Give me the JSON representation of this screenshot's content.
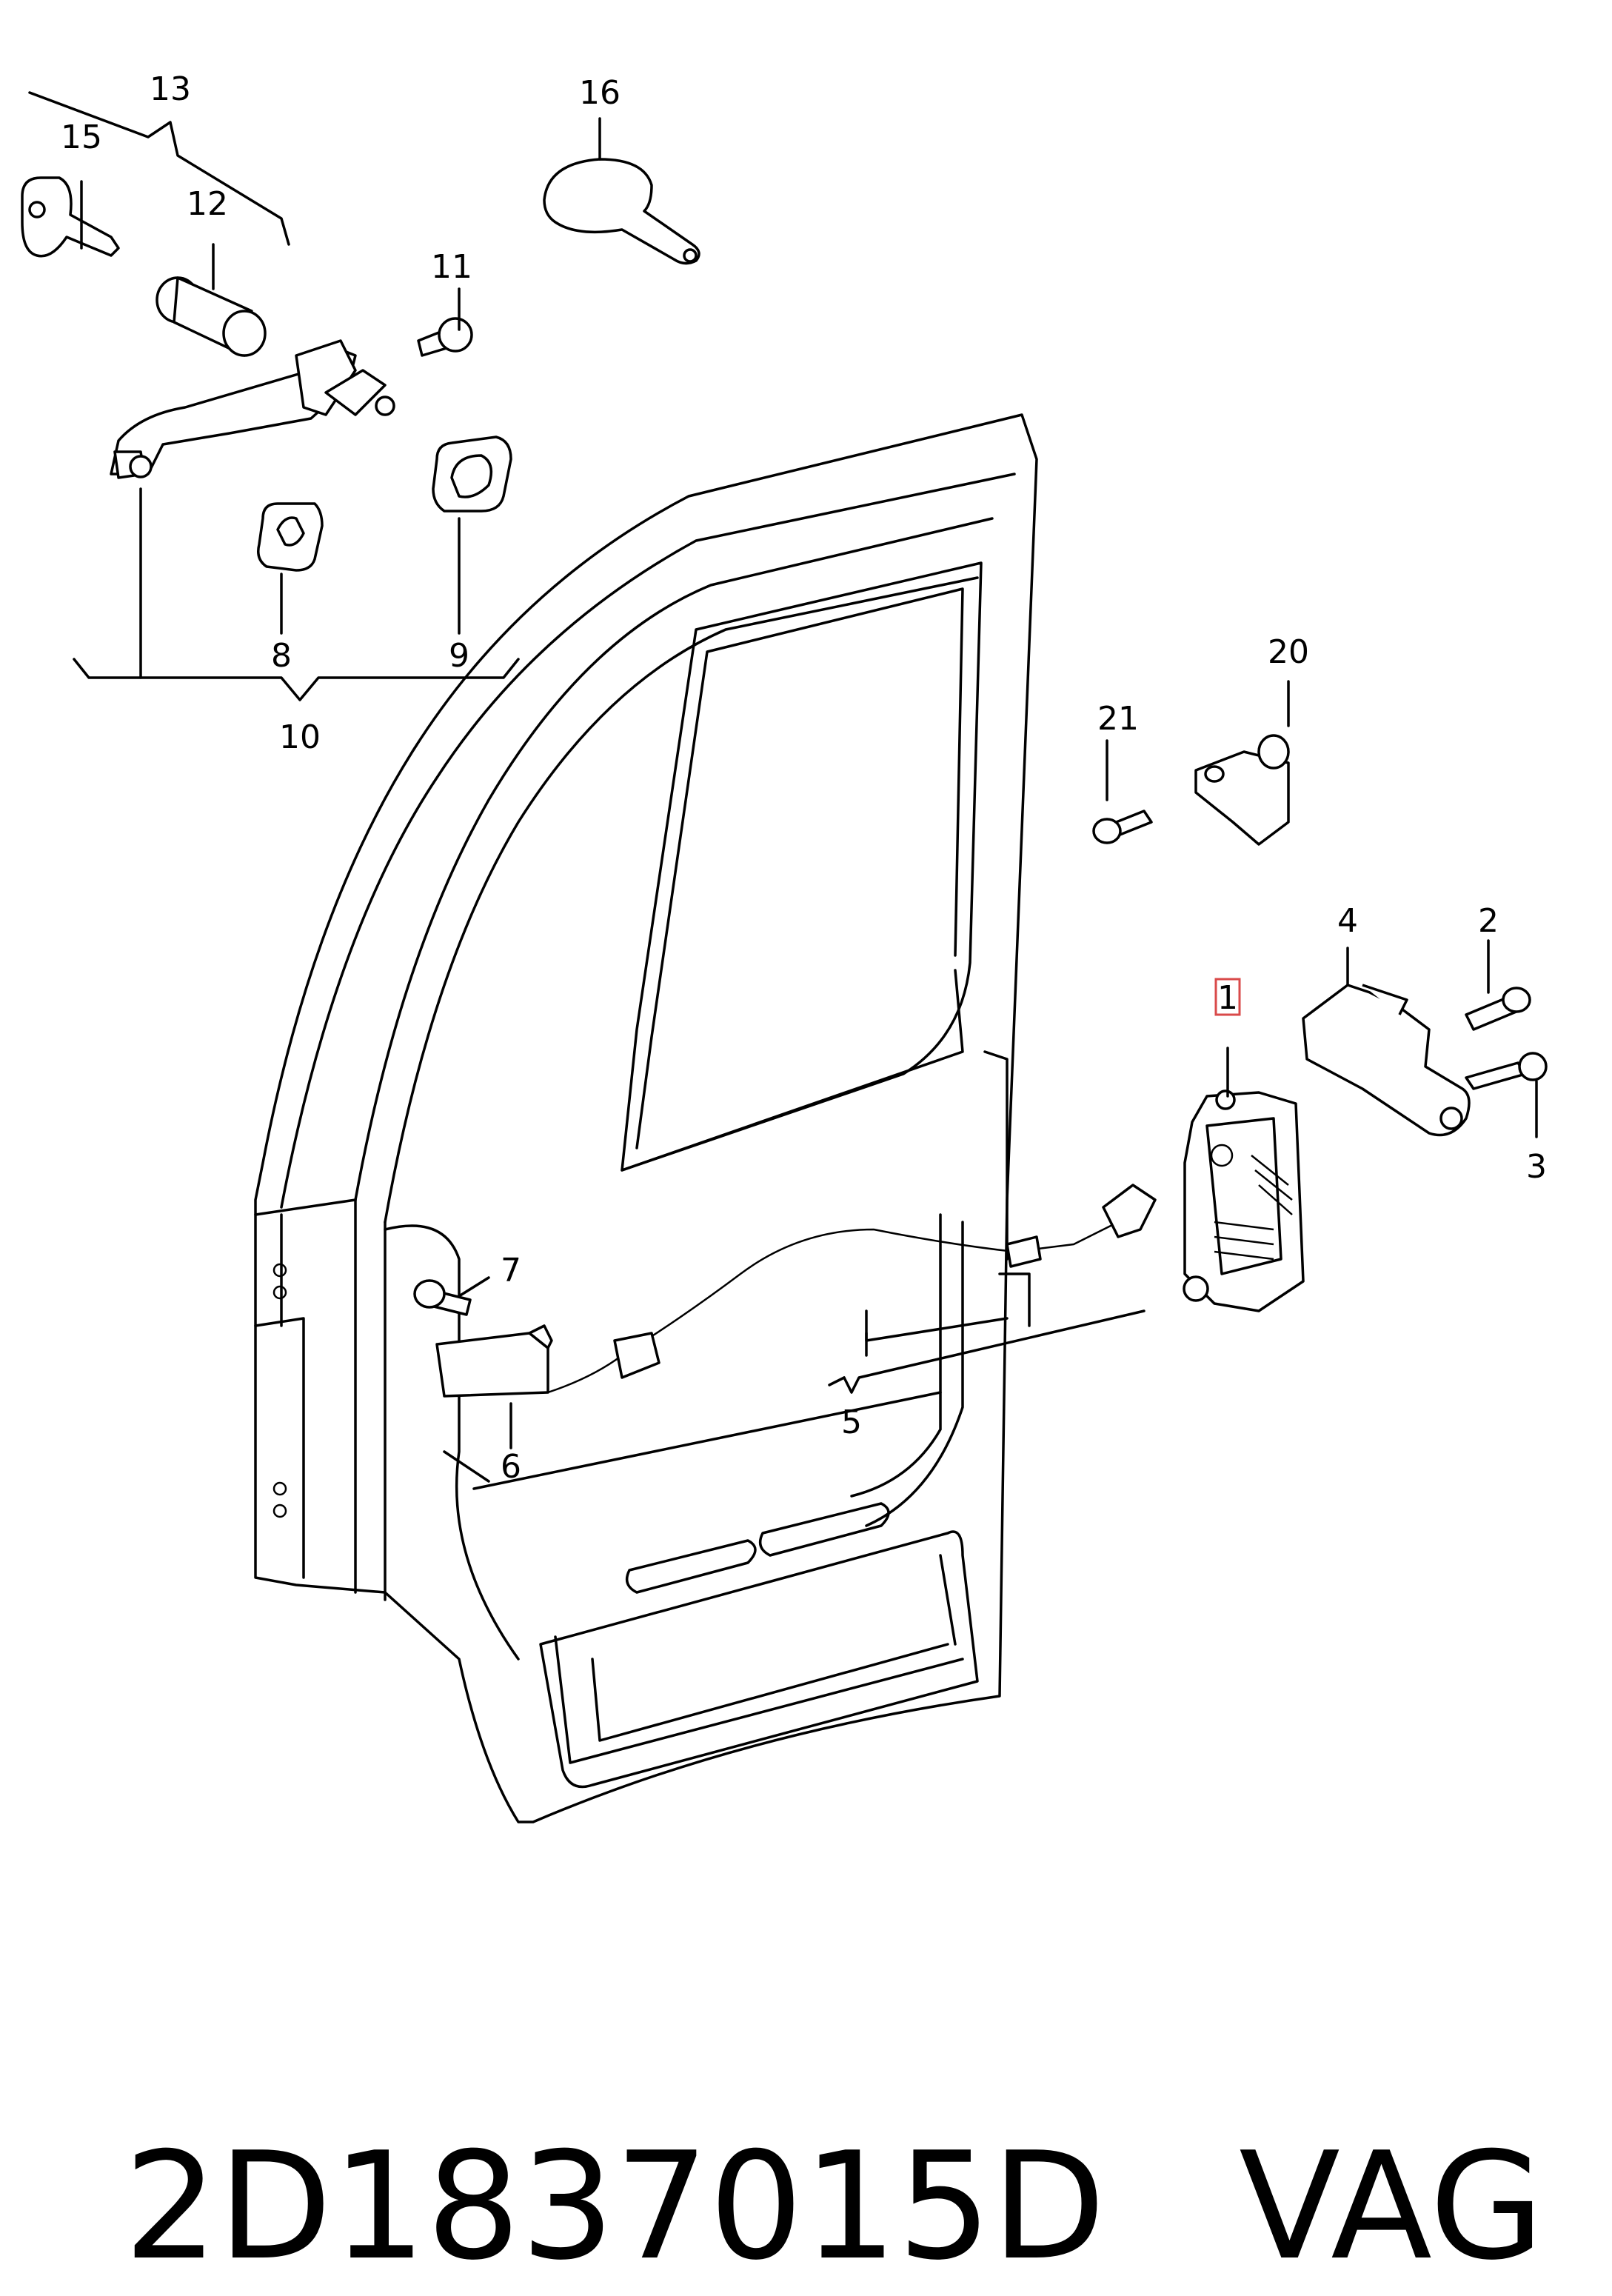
{
  "callouts": {
    "c1": "1",
    "c2": "2",
    "c3": "3",
    "c4": "4",
    "c5": "5",
    "c6": "6",
    "c7": "7",
    "c8": "8",
    "c9": "9",
    "c10": "10",
    "c11": "11",
    "c12": "12",
    "c13": "13",
    "c15": "15",
    "c16": "16",
    "c20": "20",
    "c21": "21"
  },
  "highlighted_callout": "1",
  "highlight_color": "#d94a4a",
  "footer": {
    "part_number": "2D1837015D",
    "brand": "VAG"
  }
}
